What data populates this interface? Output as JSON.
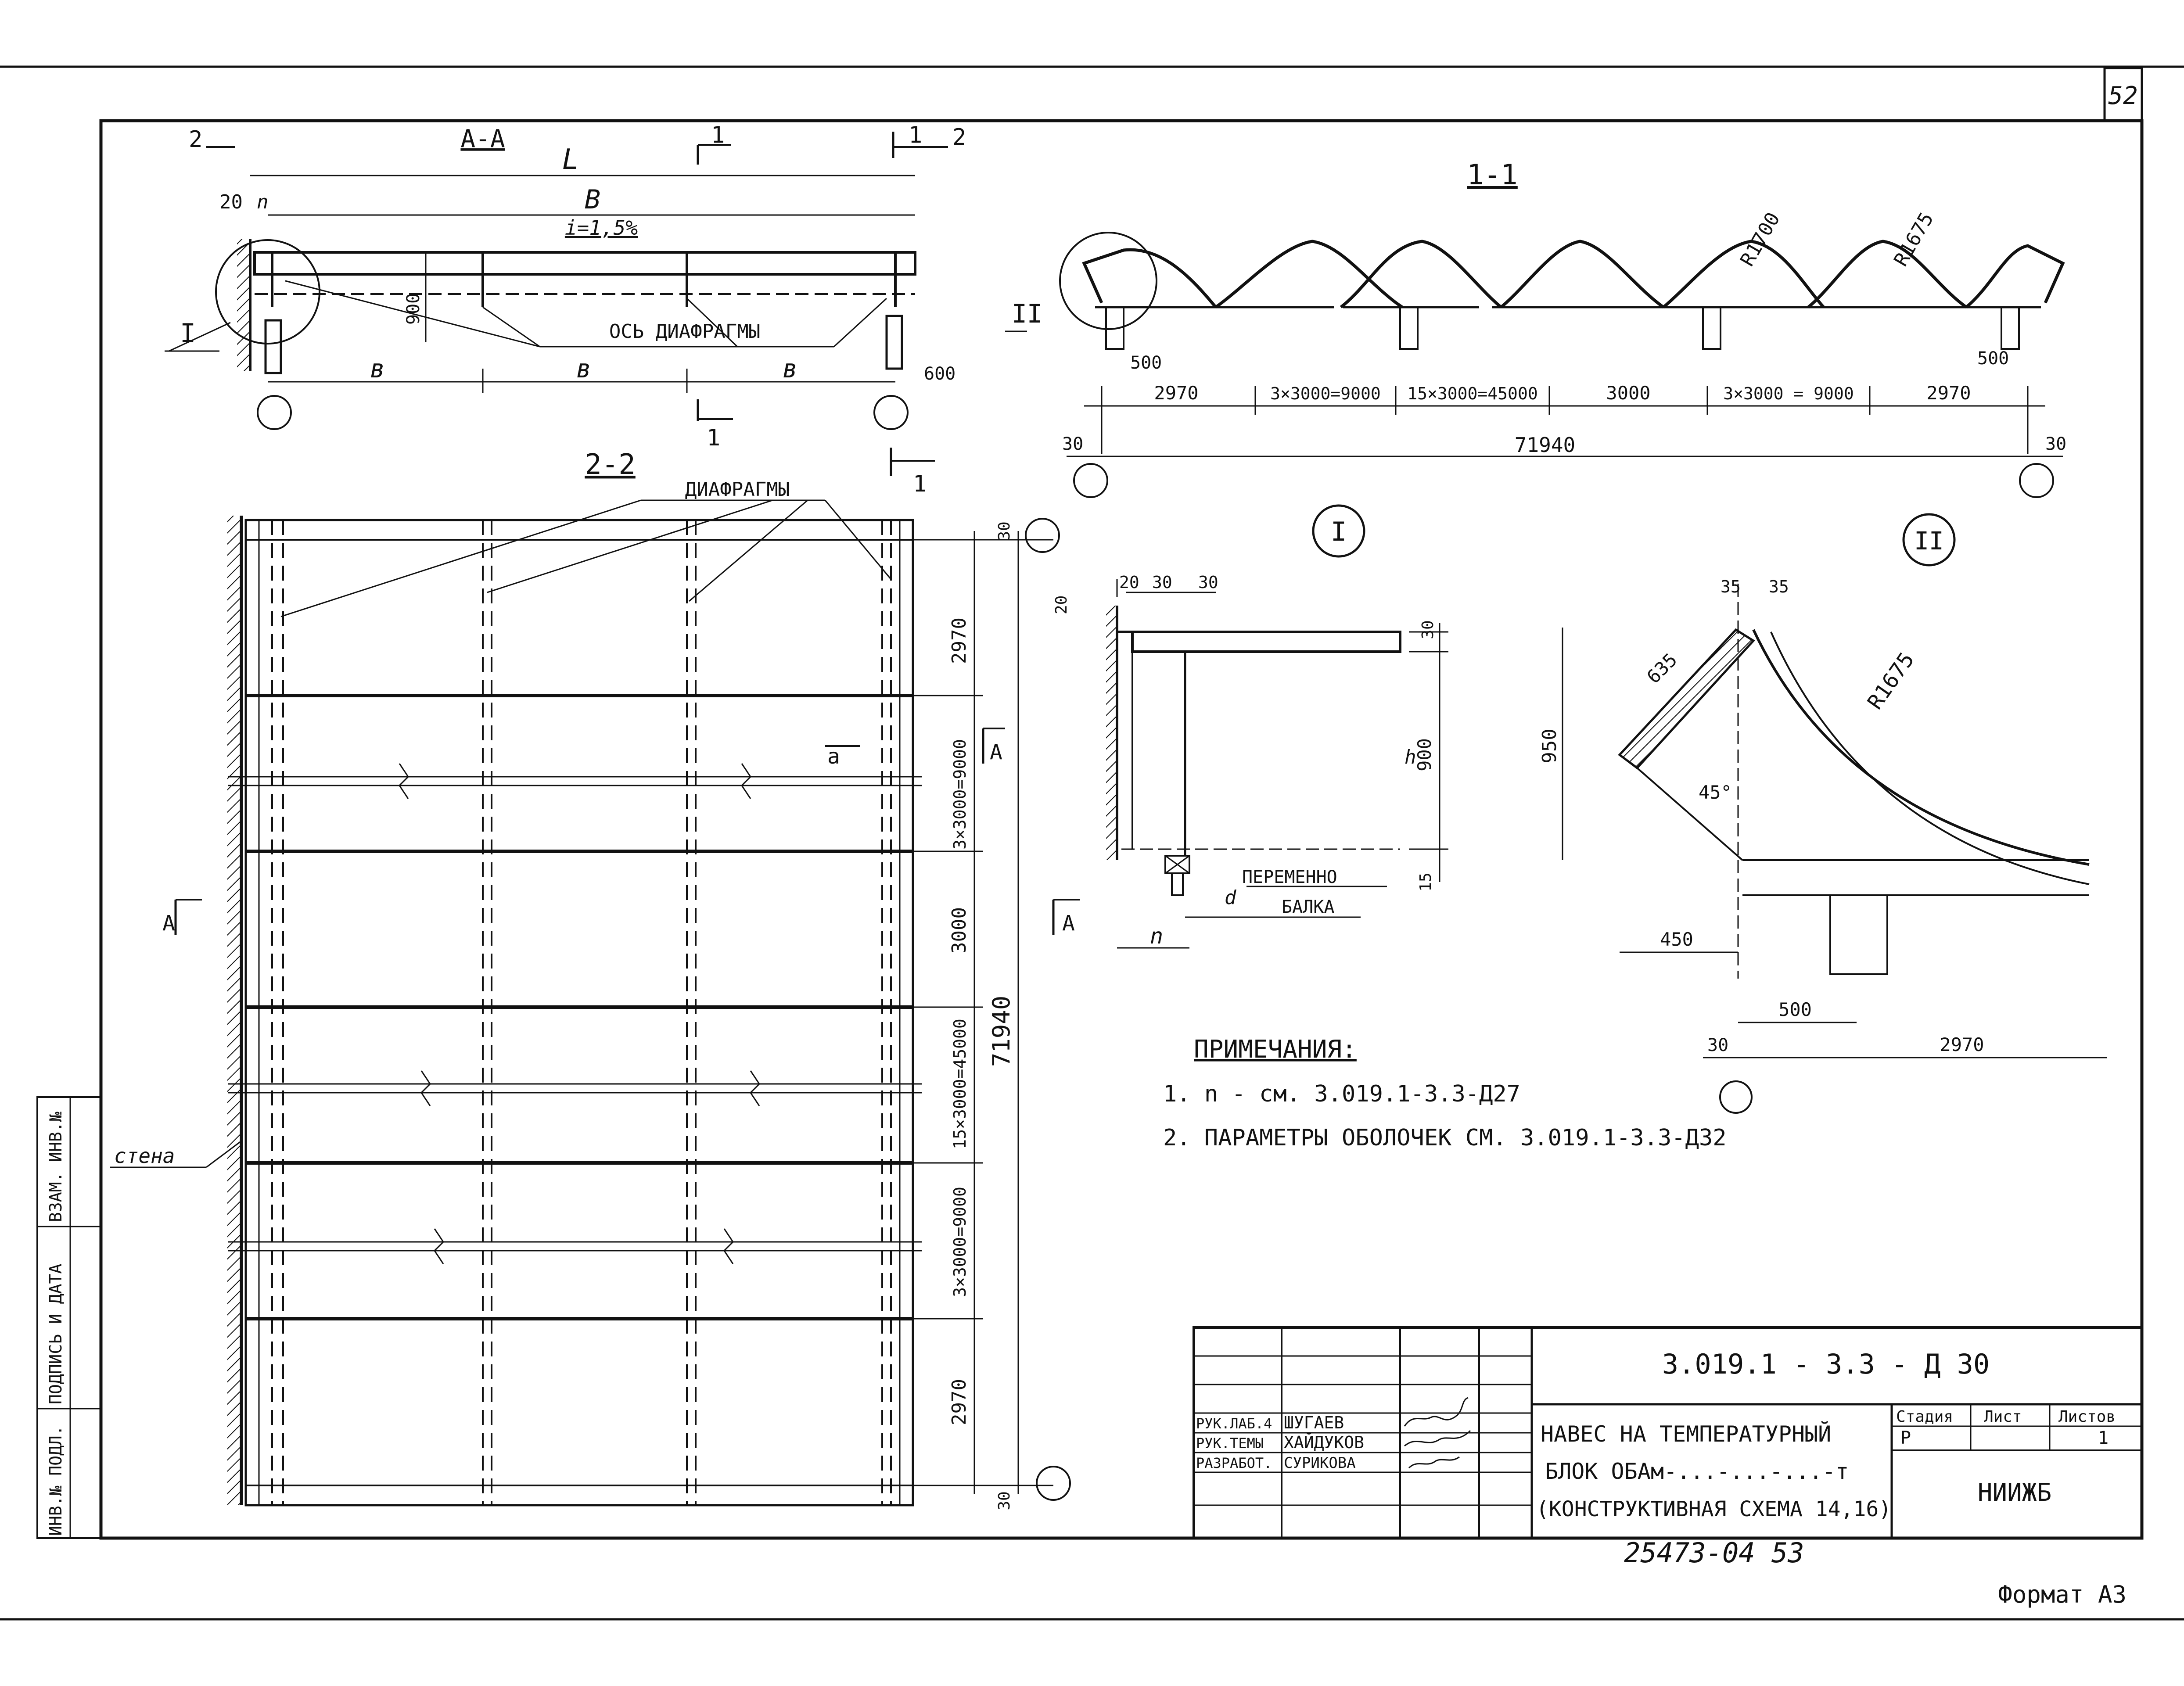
{
  "sheet": {
    "page_number": "52",
    "format_label": "Формат А3",
    "archive_number": "25473-04  53"
  },
  "side_stamp": {
    "col1": "ИНВ.№ ПОДЛ.",
    "col2": "ПОДПИСЬ И ДАТА",
    "col3": "ВЗАМ. ИНВ.№"
  },
  "view_aa": {
    "title": "А-А",
    "dim_L": "L",
    "dim_B": "B",
    "slope": "i=1,5%",
    "dim_20": "20",
    "dim_n": "n",
    "dim_900": "900",
    "bay": "в",
    "dim_600": "600",
    "diaphragm_axis": "ОСЬ ДИАФРАГМЫ",
    "node_label": "I",
    "cut_2": "2",
    "cut_1": "1"
  },
  "section_11": {
    "title": "1-1",
    "radius_1": "R1700",
    "radius_2": "R1675",
    "dim_500": "500",
    "dims": [
      "2970",
      "3×3000=9000",
      "15×3000=45000",
      "3000",
      "3×3000 = 9000",
      "2970"
    ],
    "dim_30": "30",
    "dim_total": "71940",
    "node_label": "II"
  },
  "plan_22": {
    "title": "2-2",
    "diaphragms": "ДИАФРАГМЫ",
    "wall": "стена",
    "dims": [
      "2970",
      "3×3000=9000",
      "3000",
      "15×3000=45000",
      "3×3000=9000",
      "2970"
    ],
    "dim_total": "71940",
    "dim_30": "30",
    "cut_a": "А",
    "cut_a_lower": "а"
  },
  "detail_1": {
    "label": "I",
    "dims_top": [
      "20",
      "30",
      "30"
    ],
    "dim_20_side": "20",
    "dim_30_right": "30",
    "dim_900": "900",
    "dim_15": "15",
    "variable": "ПЕРЕМЕННО",
    "beam": "БАЛКА",
    "dim_n": "n",
    "dim_d": "d",
    "dim_h": "h"
  },
  "detail_2": {
    "label": "II",
    "dim_35a": "35",
    "dim_35b": "35",
    "dim_635": "635",
    "radius": "R1675",
    "dim_950": "950",
    "angle": "45°",
    "dim_450": "450",
    "dim_500": "500",
    "dim_30": "30",
    "dim_2970": "2970"
  },
  "notes": {
    "title": "ПРИМЕЧАНИЯ:",
    "items": [
      "1. n - см. 3.019.1-3.3-Д27",
      "2. ПАРАМЕТРЫ ОБОЛОЧЕК СМ. 3.019.1-3.3-Д32"
    ]
  },
  "title_block": {
    "code": "3.019.1 - 3.3 - Д 30",
    "roles": [
      "РУК.ЛАБ.4",
      "РУК.ТЕМЫ",
      "РАЗРАБОТ."
    ],
    "names": [
      "ШУГАЕВ",
      "ХАЙДУКОВ",
      "СУРИКОВА"
    ],
    "title_lines": [
      "НАВЕС НА ТЕМПЕРАТУРНЫЙ",
      "БЛОК ОБАм-...-...-...-т",
      "(КОНСТРУКТИВНАЯ СХЕМА 14,16)"
    ],
    "stage_header": "Стадия",
    "sheet_header": "Лист",
    "sheets_header": "Листов",
    "stage": "Р",
    "sheet": "",
    "sheets": "1",
    "organization": "НИИЖБ"
  }
}
